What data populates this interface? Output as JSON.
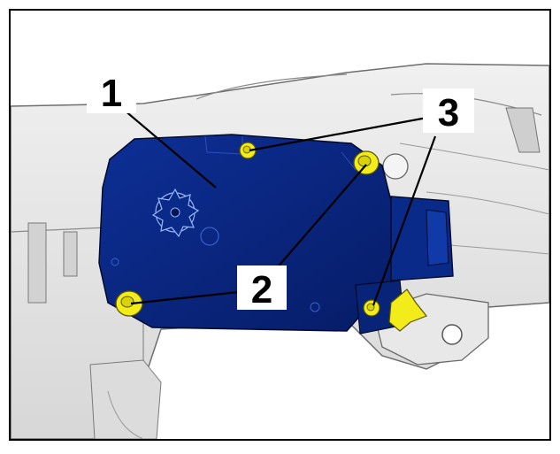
{
  "callouts": {
    "one": "1",
    "two": "2",
    "three": "3"
  },
  "colors": {
    "actuator": "#0a2a8a",
    "fastener": "#f2ec1a",
    "housing": "#e3e3e3",
    "outline": "#1a1a1a"
  }
}
